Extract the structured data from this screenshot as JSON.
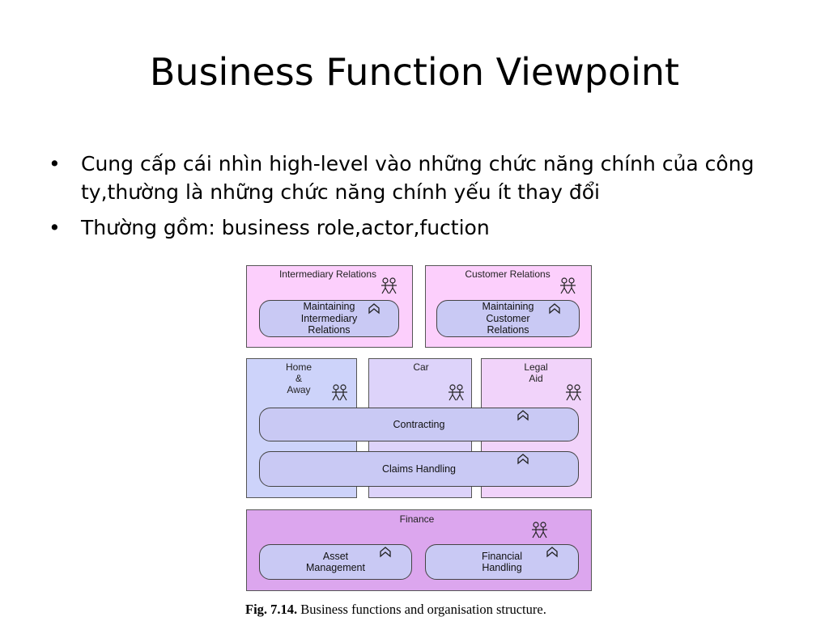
{
  "slide": {
    "title": "Business Function Viewpoint",
    "bullets": [
      "Cung cấp cái nhìn high-level vào những chức năng chính của công ty,thường là những chức năng chính yếu ít thay đổi",
      "Thường gồm: business role,actor,fuction"
    ]
  },
  "diagram": {
    "actors": {
      "intermediary_relations": "Intermediary Relations",
      "customer_relations": "Customer Relations",
      "home_away": "Home\n&\nAway",
      "car": "Car",
      "legal_aid": "Legal\nAid",
      "finance": "Finance"
    },
    "functions": {
      "maintaining_intermediary": "Maintaining\nIntermediary\nRelations",
      "maintaining_customer": "Maintaining\nCustomer\nRelations",
      "contracting": "Contracting",
      "claims_handling": "Claims Handling",
      "asset_management": "Asset\nManagement",
      "financial_handling": "Financial\nHandling"
    },
    "colors": {
      "pink": "#fccffc",
      "blue": "#cdd3fa",
      "lavender": "#ddd3fa",
      "light_pink": "#f1d3fa",
      "purple": "#dca6ee",
      "function": "#c9c9f4"
    }
  },
  "caption": {
    "label": "Fig. 7.14.",
    "text": " Business functions and organisation structure."
  }
}
